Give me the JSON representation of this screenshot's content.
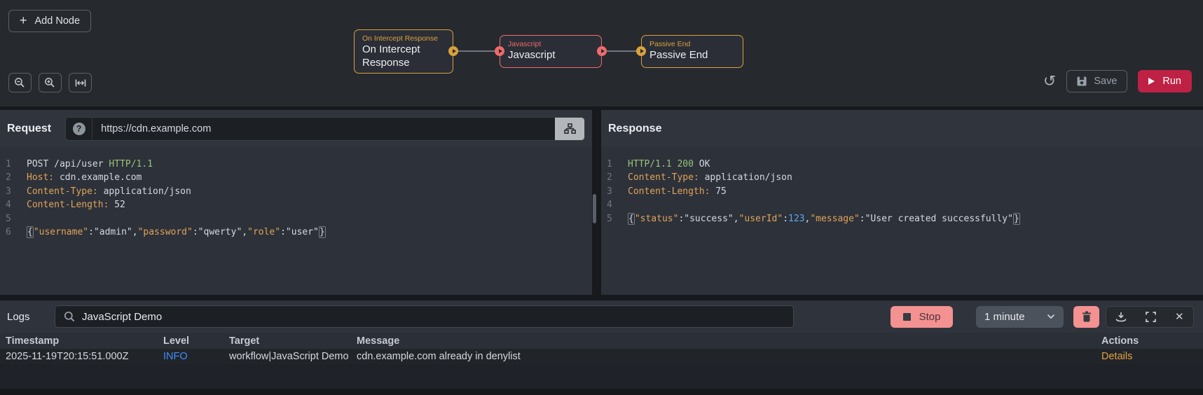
{
  "workflow": {
    "add_node_label": "Add Node",
    "nodes": [
      {
        "type_label": "On Intercept Response",
        "name": "On Intercept Response",
        "color": "#d9a23d"
      },
      {
        "type_label": "Javascript",
        "name": "Javascript",
        "color": "#ef6b6b"
      },
      {
        "type_label": "Passive End",
        "name": "Passive End",
        "color": "#d9a23d"
      }
    ],
    "toolbar": {
      "save_label": "Save",
      "run_label": "Run"
    }
  },
  "request": {
    "title": "Request",
    "url": "https://cdn.example.com",
    "help_glyph": "?",
    "code": [
      [
        {
          "t": "POST /api/user ",
          "c": "w"
        },
        {
          "t": "HTTP/1.1",
          "c": "g"
        }
      ],
      [
        {
          "t": "Host:",
          "c": "o"
        },
        {
          "t": " cdn.example.com",
          "c": "w"
        }
      ],
      [
        {
          "t": "Content-Type:",
          "c": "o"
        },
        {
          "t": " application/json",
          "c": "w"
        }
      ],
      [
        {
          "t": "Content-Length:",
          "c": "o"
        },
        {
          "t": " 52",
          "c": "w"
        }
      ],
      [],
      [
        {
          "t": "{",
          "c": "br"
        },
        {
          "t": "\"username\"",
          "c": "o"
        },
        {
          "t": ":",
          "c": "w"
        },
        {
          "t": "\"admin\"",
          "c": "w"
        },
        {
          "t": ",",
          "c": "w"
        },
        {
          "t": "\"password\"",
          "c": "o"
        },
        {
          "t": ":",
          "c": "w"
        },
        {
          "t": "\"qwerty\"",
          "c": "w"
        },
        {
          "t": ",",
          "c": "w"
        },
        {
          "t": "\"role\"",
          "c": "o"
        },
        {
          "t": ":",
          "c": "w"
        },
        {
          "t": "\"user\"",
          "c": "w"
        },
        {
          "t": "}",
          "c": "br"
        }
      ]
    ]
  },
  "response": {
    "title": "Response",
    "code": [
      [
        {
          "t": "HTTP/1.1 200",
          "c": "g"
        },
        {
          "t": " OK",
          "c": "w"
        }
      ],
      [
        {
          "t": "Content-Type:",
          "c": "o"
        },
        {
          "t": " application/json",
          "c": "w"
        }
      ],
      [
        {
          "t": "Content-Length:",
          "c": "o"
        },
        {
          "t": " 75",
          "c": "w"
        }
      ],
      [],
      [
        {
          "t": "{",
          "c": "br"
        },
        {
          "t": "\"status\"",
          "c": "o"
        },
        {
          "t": ":",
          "c": "w"
        },
        {
          "t": "\"success\"",
          "c": "w"
        },
        {
          "t": ",",
          "c": "w"
        },
        {
          "t": "\"userId\"",
          "c": "o"
        },
        {
          "t": ":",
          "c": "w"
        },
        {
          "t": "123",
          "c": "b"
        },
        {
          "t": ",",
          "c": "w"
        },
        {
          "t": "\"message\"",
          "c": "o"
        },
        {
          "t": ":",
          "c": "w"
        },
        {
          "t": "\"User created successfully\"",
          "c": "w"
        },
        {
          "t": "}",
          "c": "br"
        }
      ]
    ]
  },
  "logs": {
    "title": "Logs",
    "search_value": "JavaScript Demo",
    "stop_label": "Stop",
    "interval_value": "1 minute",
    "table": {
      "headers": [
        "Timestamp",
        "Level",
        "Target",
        "Message",
        "Actions"
      ],
      "column_classes": [
        "",
        "level",
        "",
        "",
        "action"
      ],
      "rows": [
        [
          "2025-11-19T20:15:51.000Z",
          "INFO",
          "workflow|JavaScript Demo",
          "cdn.example.com already in denylist",
          "Details"
        ]
      ]
    }
  },
  "icons": {
    "plus": "+",
    "undo": "↺",
    "close": "✕"
  },
  "colors": {
    "accent_run": "#bf2145",
    "accent_stop": "#f49191",
    "node_amber": "#d9a23d",
    "node_red": "#ef6b6b",
    "info_blue": "#3f8cfd",
    "details_orange": "#e2a33c",
    "code_orange": "#e0a458",
    "code_green": "#98c379",
    "code_blue": "#5ca8e8"
  }
}
